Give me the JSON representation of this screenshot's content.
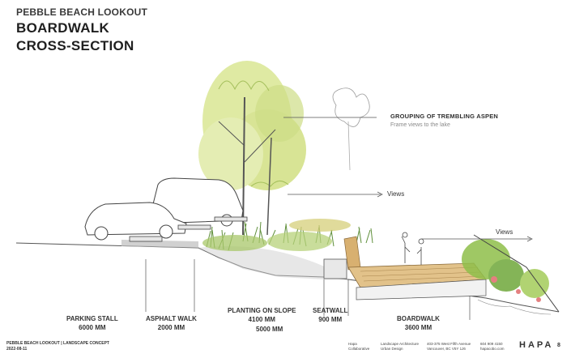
{
  "header": {
    "kicker": "PEBBLE BEACH LOOKOUT",
    "title_line1": "BOARDWALK",
    "title_line2": "CROSS-SECTION"
  },
  "callout": {
    "label": "GROUPING OF TREMBLING ASPEN",
    "sub": "Frame views to the lake"
  },
  "views": {
    "upper": "Views",
    "right": "Views"
  },
  "dimensions": {
    "parking": {
      "name": "PARKING STALL",
      "value": "6000 MM"
    },
    "asphalt": {
      "name": "ASPHALT WALK",
      "value": "2000 MM"
    },
    "planting": {
      "name": "PLANTING ON SLOPE",
      "value": "4100 MM"
    },
    "seatwall": {
      "name": "SEATWALL",
      "value": "900 MM"
    },
    "boardwalk": {
      "name": "BOARDWALK",
      "value": "3600 MM"
    },
    "overall": "5000 MM"
  },
  "footer": {
    "project": "PEBBLE BEACH LOOKOUT  |  LANDSCAPE CONCEPT",
    "date": "2022-08-11",
    "firm_line1": "Hapa",
    "firm_line2": "Collaborative",
    "discipline_line1": "Landscape Architecture",
    "discipline_line2": "Urban Design",
    "address_line1": "403-375 West Fifth Avenue",
    "address_line2": "Vancouver, BC V5Y 1J6",
    "phone": "604 909 4150",
    "web": "hapacobo.com",
    "logo": "HAPA",
    "page": "8"
  },
  "colors": {
    "foliage_light": "#dce89a",
    "foliage_green": "#8fbf4a",
    "grass": "#5f8f3a",
    "wood": "#d8b070",
    "pink": "#e06a6a"
  }
}
